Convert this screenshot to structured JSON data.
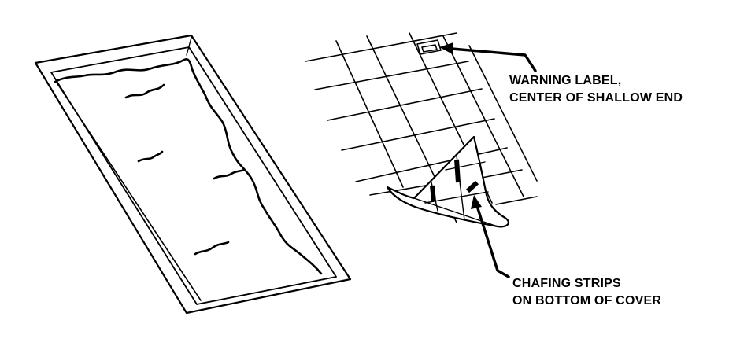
{
  "callouts": {
    "warning_label": {
      "line1": "WARNING LABEL,",
      "line2": "CENTER OF SHALLOW END"
    },
    "chafing_strips": {
      "line1": "CHAFING STRIPS",
      "line2": "ON BOTTOM OF COVER"
    }
  },
  "colors": {
    "ink": "#000000",
    "paper": "#ffffff"
  }
}
